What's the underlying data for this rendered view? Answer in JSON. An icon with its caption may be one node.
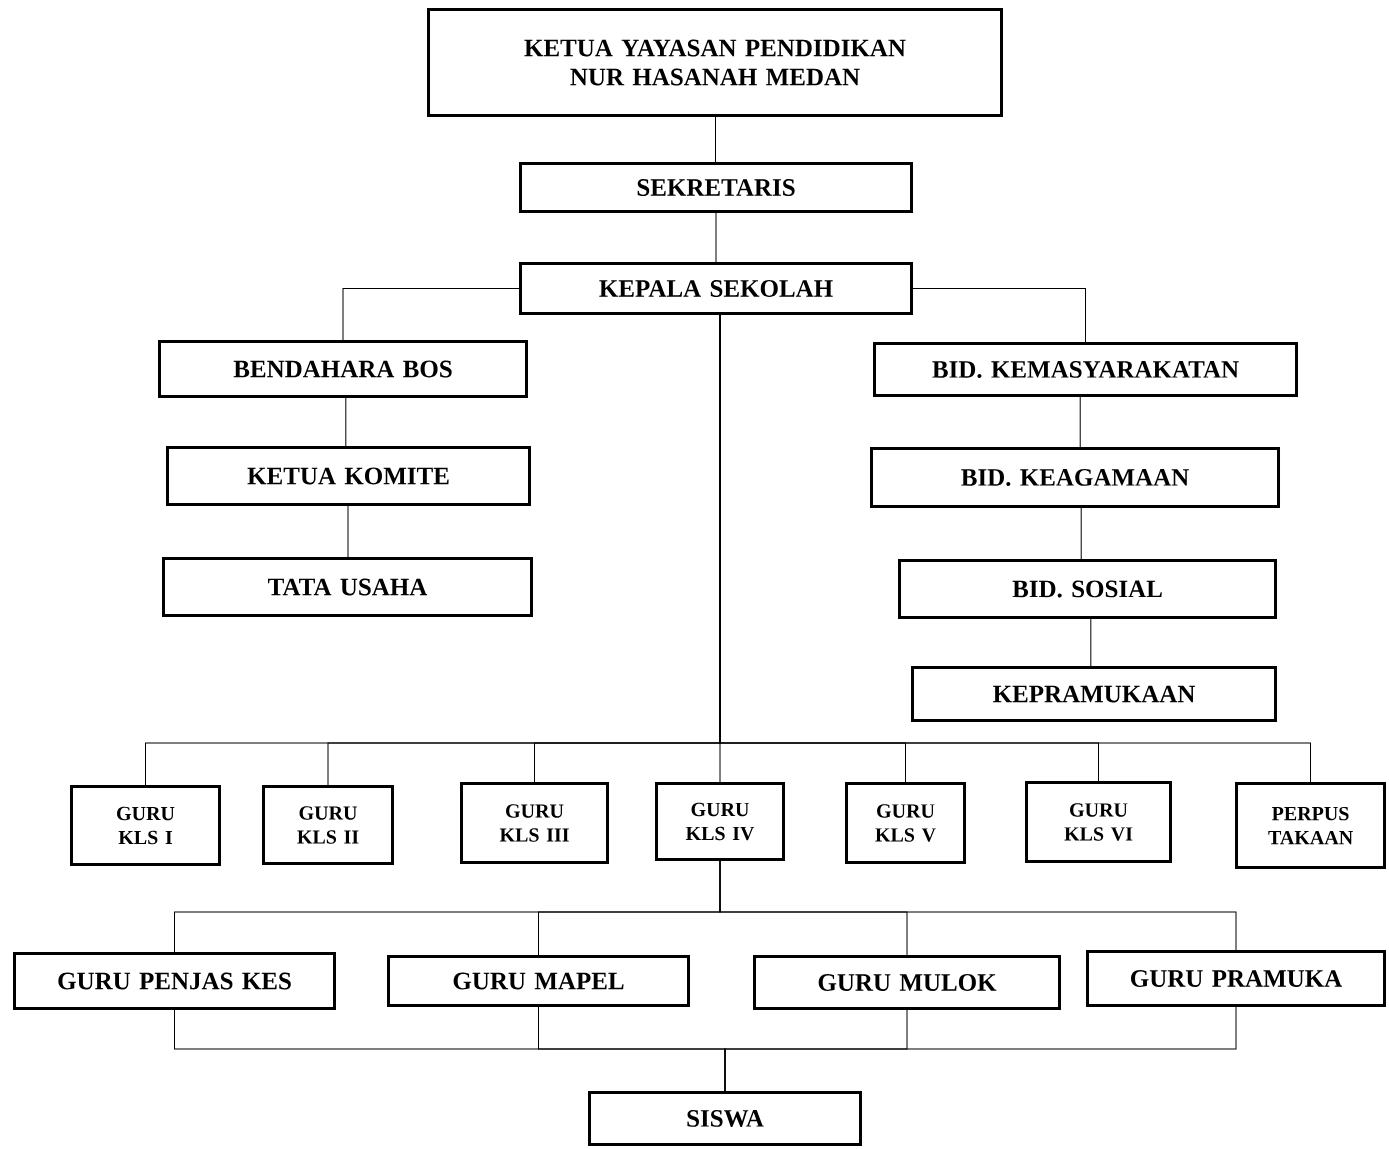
{
  "diagram": {
    "nodes": [
      {
        "text": [
          "KETUA YAYASAN PENDIDIKAN NUR HASANAH MEDAN"
        ]
      },
      {
        "text": [
          "SEKRETARIS"
        ]
      },
      {
        "text": [
          "KEPALA SEKOLAH"
        ]
      },
      {
        "text": [
          "BENDAHARA BOS"
        ]
      },
      {
        "text": [
          "KETUA KOMITE"
        ]
      },
      {
        "text": [
          "TATA USAHA"
        ]
      },
      {
        "text": [
          "BID. KEMASYARAKATAN"
        ]
      },
      {
        "text": [
          "BID. KEAGAMAAN"
        ]
      },
      {
        "text": [
          "BID. SOSIAL"
        ]
      },
      {
        "text": [
          "KEPRAMUKAAN"
        ]
      },
      {
        "text": [
          "GURU KLS I"
        ]
      },
      {
        "text": [
          "GURU KLS II"
        ]
      },
      {
        "text": [
          "GURU KLS III"
        ]
      },
      {
        "text": [
          "GURU KLS IV"
        ]
      },
      {
        "text": [
          "GURU KLS V"
        ]
      },
      {
        "text": [
          "GURU KLS VI"
        ]
      },
      {
        "text": [
          "PERPUS TAKAAN"
        ]
      },
      {
        "text": [
          "GURU PENJAS KES"
        ]
      },
      {
        "text": [
          "GURU MAPEL"
        ]
      },
      {
        "text": [
          "GURU MULOK"
        ]
      },
      {
        "text": [
          "GURU PRAMUKA"
        ]
      },
      {
        "text": [
          "SISWA"
        ]
      }
    ],
    "edges": [
      {
        "from": 0,
        "to": 1,
        "arrow": "none"
      },
      {
        "from": 1,
        "to": 2,
        "arrow": "none"
      },
      {
        "from": 2,
        "to": 3,
        "arrow": "none"
      },
      {
        "from": 3,
        "to": 4,
        "arrow": "none"
      },
      {
        "from": 4,
        "to": 5,
        "arrow": "none"
      },
      {
        "from": 2,
        "to": 6,
        "arrow": "none"
      },
      {
        "from": 6,
        "to": 7,
        "arrow": "none"
      },
      {
        "from": 7,
        "to": 8,
        "arrow": "none"
      },
      {
        "from": 8,
        "to": 9,
        "arrow": "none"
      },
      {
        "from": 2,
        "to": 10,
        "arrow": "none"
      },
      {
        "from": 2,
        "to": 11,
        "arrow": "none"
      },
      {
        "from": 2,
        "to": 12,
        "arrow": "none"
      },
      {
        "from": 2,
        "to": 13,
        "arrow": "none"
      },
      {
        "from": 2,
        "to": 14,
        "arrow": "none"
      },
      {
        "from": 2,
        "to": 15,
        "arrow": "none"
      },
      {
        "from": 2,
        "to": 16,
        "arrow": "none"
      },
      {
        "from": 13,
        "to": 17,
        "arrow": "none"
      },
      {
        "from": 13,
        "to": 18,
        "arrow": "none"
      },
      {
        "from": 13,
        "to": 19,
        "arrow": "none"
      },
      {
        "from": 13,
        "to": 20,
        "arrow": "none"
      },
      {
        "from": 17,
        "to": 21,
        "arrow": "none"
      },
      {
        "from": 18,
        "to": 21,
        "arrow": "none"
      },
      {
        "from": 19,
        "to": 21,
        "arrow": "none"
      },
      {
        "from": 20,
        "to": 21,
        "arrow": "none"
      }
    ]
  }
}
